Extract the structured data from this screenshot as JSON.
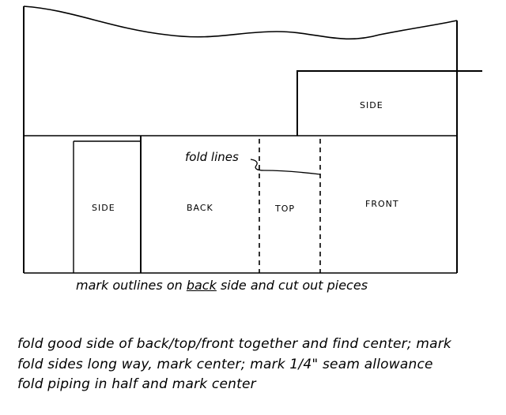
{
  "pieces": {
    "side_right": "SIDE",
    "side_left": "SIDE",
    "back": "BACK",
    "top": "TOP",
    "front": "FRONT"
  },
  "annotation": {
    "fold_lines": "fold lines"
  },
  "caption": {
    "before": "mark outlines on ",
    "emphasis": "back",
    "after": " side and cut out pieces"
  },
  "instructions": [
    "fold good side of back/top/front together and find center; mark",
    "fold sides long way, mark center; mark 1/4\" seam allowance",
    "fold piping in half and mark center"
  ]
}
